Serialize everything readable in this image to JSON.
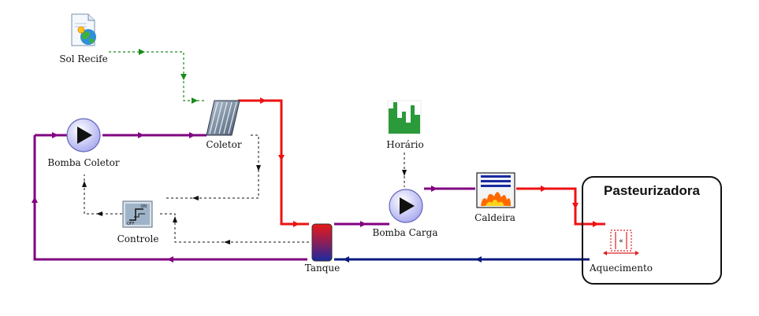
{
  "diagram": {
    "title": "",
    "components": {
      "sol_recife": "Sol Recife",
      "coletor": "Coletor",
      "bomba_coletor": "Bomba Coletor",
      "controle": "Controle",
      "tanque": "Tanque",
      "horario": "Horário",
      "bomba_carga": "Bomba Carga",
      "caldeira": "Caldeira",
      "aquecimento": "Aquecimento"
    },
    "group": {
      "title": "Pasteurizadora"
    },
    "switch_labels": {
      "on": "ON",
      "off": "OFF"
    },
    "colors": {
      "hot_pipe": "#ee1111",
      "cold_pipe": "#800080",
      "return_pipe": "#0a1a80",
      "weather_link": "#1a8a1a",
      "control_link": "#111111"
    }
  }
}
